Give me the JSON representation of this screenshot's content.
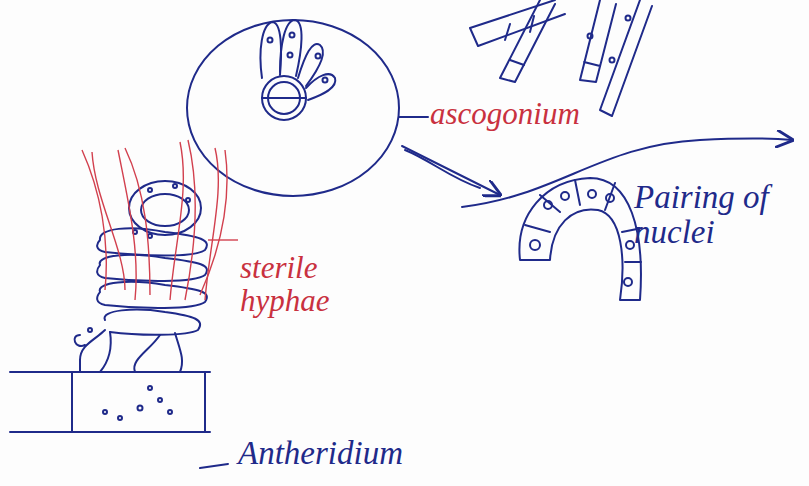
{
  "diagram": {
    "labels": [
      "ascogonium",
      "Pairing of nuclei",
      "sterile hyphae",
      "Antheridium"
    ]
  }
}
